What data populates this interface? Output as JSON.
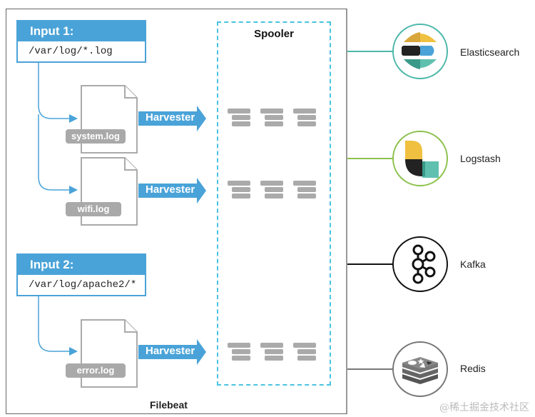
{
  "diagram": {
    "container_label": "Filebeat",
    "inputs": [
      {
        "title": "Input 1:",
        "path": "/var/log/*.log"
      },
      {
        "title": "Input 2:",
        "path": "/var/log/apache2/*"
      }
    ],
    "files": [
      {
        "name": "system.log",
        "harvester": "Harvester"
      },
      {
        "name": "wifi.log",
        "harvester": "Harvester"
      },
      {
        "name": "error.log",
        "harvester": "Harvester"
      }
    ],
    "spooler": {
      "title": "Spooler"
    },
    "outputs": [
      {
        "label": "Elasticsearch",
        "icon": "elasticsearch-logo-icon",
        "color": "#4cb8a9"
      },
      {
        "label": "Logstash",
        "icon": "logstash-logo-icon",
        "color": "#8dc14d"
      },
      {
        "label": "Kafka",
        "icon": "kafka-logo-icon",
        "color": "#111111"
      },
      {
        "label": "Redis",
        "icon": "redis-logo-icon",
        "color": "#777777"
      }
    ],
    "watermark": "@稀土掘金技术社区"
  },
  "colors": {
    "input_blue": "#4aa3d8",
    "spooler_border": "#4ac3e0",
    "file_gray": "#a9a9a9"
  }
}
